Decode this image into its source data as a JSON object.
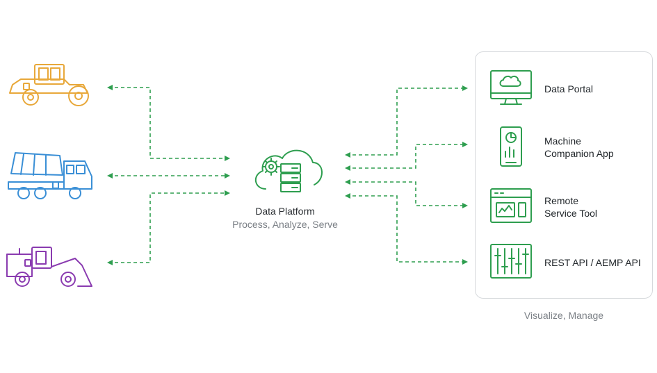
{
  "center": {
    "title": "Data Platform",
    "subtitle": "Process, Analyze, Serve"
  },
  "tools": [
    {
      "icon": "monitor-cloud-icon",
      "label_lines": [
        "Data Portal"
      ]
    },
    {
      "icon": "mobile-app-icon",
      "label_lines": [
        "Machine",
        "Companion App"
      ]
    },
    {
      "icon": "service-tool-window-icon",
      "label_lines": [
        "Remote",
        "Service Tool"
      ]
    },
    {
      "icon": "sliders-api-icon",
      "label_lines": [
        "REST API / AEMP API"
      ]
    }
  ],
  "panel_caption": "Visualize, Manage",
  "machines": [
    {
      "icon": "road-roller-icon",
      "color": "#e8a83a"
    },
    {
      "icon": "concrete-mixer-truck-icon",
      "color": "#3a8fd6"
    },
    {
      "icon": "wheel-loader-icon",
      "color": "#8a3bb0"
    }
  ],
  "colors": {
    "arrow": "#2e9e4f",
    "icon_green": "#2e9e4f",
    "text": "#22272b",
    "muted": "#7a7f85"
  }
}
